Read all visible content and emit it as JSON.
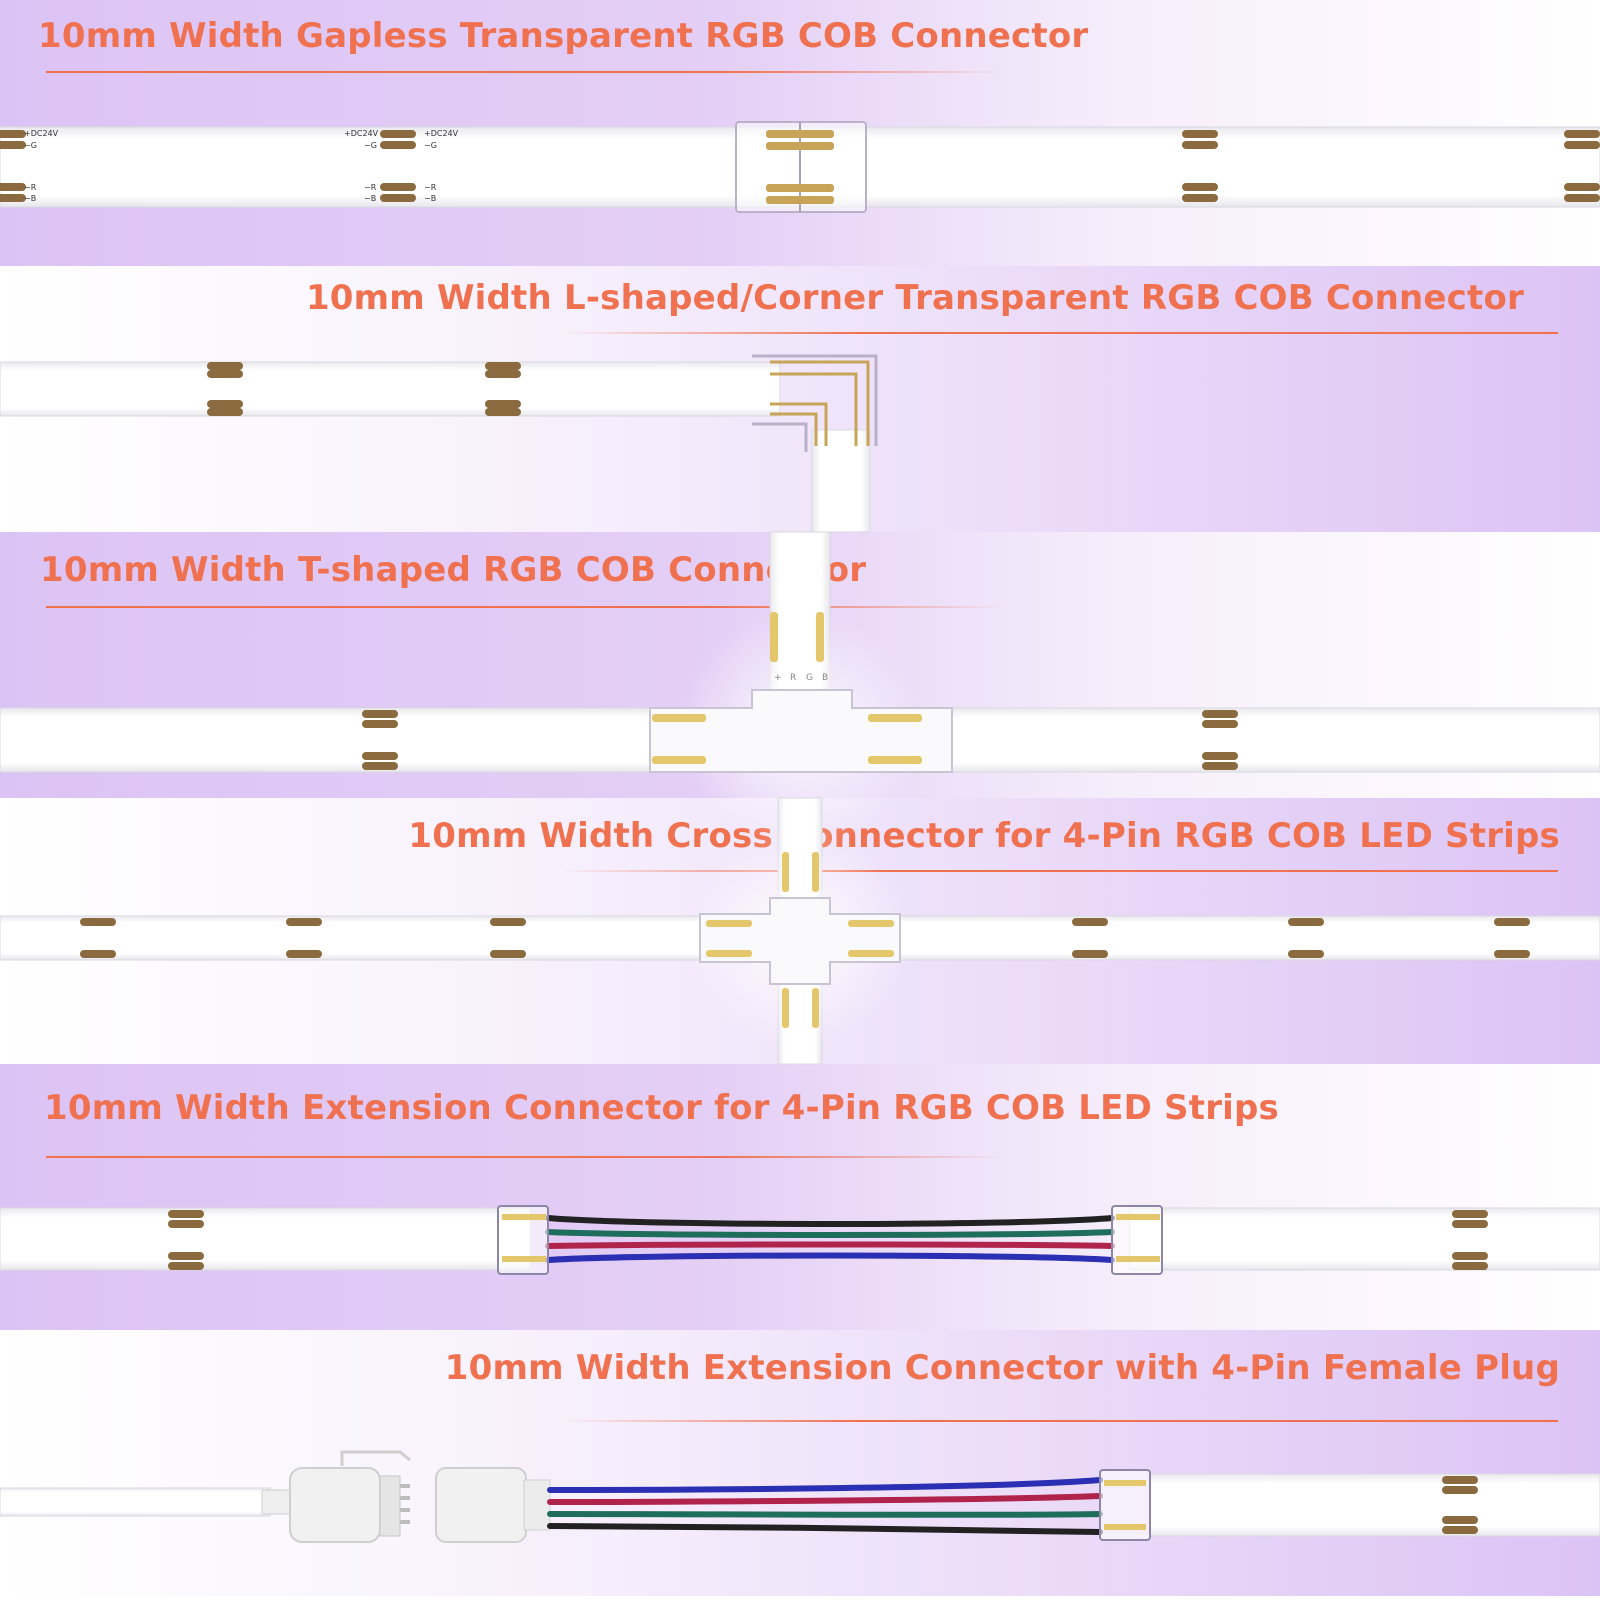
{
  "colors": {
    "title": "#f0714f",
    "band_purple": "#dcc3f5",
    "strip": "#fbfbfd",
    "pad": "#8a6a3e",
    "wire_black": "#222222",
    "wire_green": "#1f6e5c",
    "wire_red": "#b0234a",
    "wire_blue": "#2a2fb4"
  },
  "sections": [
    {
      "title": "10mm Width Gapless Transparent RGB COB Connector"
    },
    {
      "title": "10mm Width L-shaped/Corner Transparent RGB COB Connector"
    },
    {
      "title": "10mm Width T-shaped RGB COB Connector"
    },
    {
      "title": "10mm Width Cross Connector for 4-Pin RGB COB LED Strips"
    },
    {
      "title": "10mm Width Extension Connector for 4-Pin RGB COB LED Strips"
    },
    {
      "title": "10mm Width Extension Connector with 4-Pin Female Plug"
    }
  ],
  "strip_labels": {
    "plus": "+DC24V",
    "g": "−G",
    "r": "−R",
    "b": "−B",
    "connector_letters": [
      "+",
      "R",
      "G",
      "B"
    ]
  }
}
